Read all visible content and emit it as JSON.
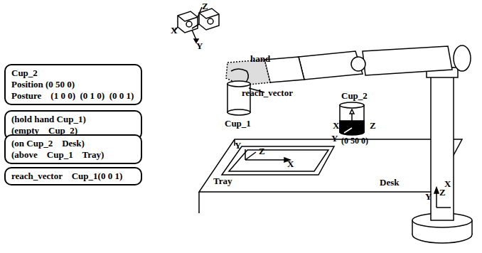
{
  "diagram": {
    "nodes": [
      {
        "text": [
          "Cup_2",
          "Position (0 50 0)",
          "Posture    (1 0 0)  (0 1 0)  (0 0 1)"
        ]
      },
      {
        "text": [
          "(hold hand Cup_1)",
          "(empty    Cup_2)"
        ]
      },
      {
        "text": [
          "(on Cup_2    Desk)",
          "(above    Cup_1    Tray)"
        ]
      },
      {
        "text": [
          "reach_vector    Cup_1(0 0 1)"
        ]
      }
    ],
    "labels": [
      "Z",
      "X",
      "Y",
      "hand",
      "reach_vector",
      "Cup_1",
      "Cup_2",
      "Y",
      "Z",
      "X",
      "Tray",
      "X",
      "Y",
      "Z",
      "(0 50 0)",
      "Desk",
      "X",
      "Z",
      "Y"
    ]
  }
}
